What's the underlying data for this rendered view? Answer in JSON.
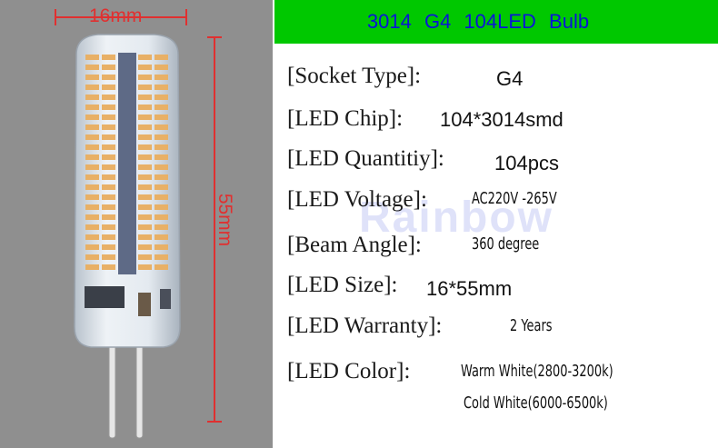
{
  "image_panel": {
    "width_label": "16mm",
    "height_label": "55mm",
    "colors": {
      "background": "#8f8f8f",
      "dimension": "#e03030",
      "led": "#e8b066"
    }
  },
  "header": {
    "title": "3014  G4  104LED  Bulb",
    "background": "#00c800",
    "text_color": "#0a14d8"
  },
  "watermark": "Rainbow",
  "specs": [
    {
      "label": "[Socket Type]:",
      "value": "G4"
    },
    {
      "label": "[LED Chip]:",
      "value": "104*3014smd"
    },
    {
      "label": "[LED  Quantitiy]:",
      "value": "104pcs"
    },
    {
      "label": "[LED Voltage]:",
      "value": "AC220V -265V"
    },
    {
      "label": "[Beam Angle]:",
      "value": "360 degree"
    },
    {
      "label": "[LED Size]:",
      "value": "16*55mm"
    },
    {
      "label": "[LED Warranty]:",
      "value": "2 Years"
    },
    {
      "label": "[LED Color]:",
      "value": "Warm White(2800-3200k)",
      "value2": "Cold White(6000-6500k)"
    }
  ]
}
